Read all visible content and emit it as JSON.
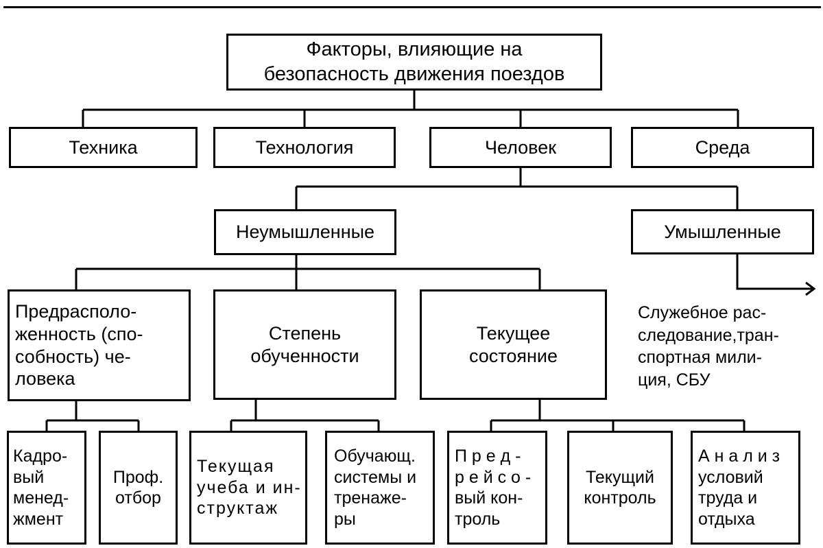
{
  "diagram": {
    "root": "Факторы, влияющие на\nбезопасность движения поездов",
    "level1": [
      "Техника",
      "Технология",
      "Человек",
      "Среда"
    ],
    "human_kinds": {
      "unintentional": "Неумышленные",
      "intentional": "Умышленные"
    },
    "intentional_note": "Служебное рас-\nследование,тран-\nспортная мили-\nция, СБУ",
    "level3": [
      "Предрасполо-\nженность (спо-\nсобность) че-\nловека",
      "Степень\nобученности",
      "Текущее\nсостояние"
    ],
    "leaves": [
      "Кадро-\nвый\nменед-\nжмент",
      "Проф.\nотбор",
      "Текущая\nучеба и ин-\nструктаж",
      "Обучающ.\nсистемы и\nтренаже-\nры",
      "П р е д -\nр е й с о -\nвый кон-\nтроль",
      "Текущий\nконтроль",
      "А н а л и з\nусловий\nтруда и\nотдыха"
    ]
  }
}
